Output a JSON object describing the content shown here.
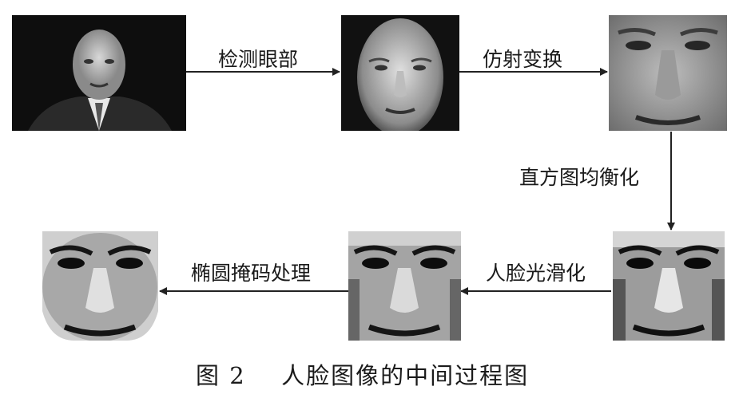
{
  "steps": {
    "detect_eyes": "检测眼部",
    "affine": "仿射变换",
    "hist_eq": "直方图均衡化",
    "smooth": "人脸光滑化",
    "ellipse_mask": "椭圆掩码处理"
  },
  "images": {
    "original": "original-photo",
    "cropped": "cropped-face",
    "affine": "affine-transformed-face",
    "equalized": "equalized-face",
    "smoothed": "smoothed-face",
    "masked": "ellipse-masked-face"
  },
  "caption": {
    "figure_number": "图 2",
    "title": "人脸图像的中间过程图"
  },
  "colors": {
    "arrow": "#222222",
    "background": "#ffffff"
  }
}
